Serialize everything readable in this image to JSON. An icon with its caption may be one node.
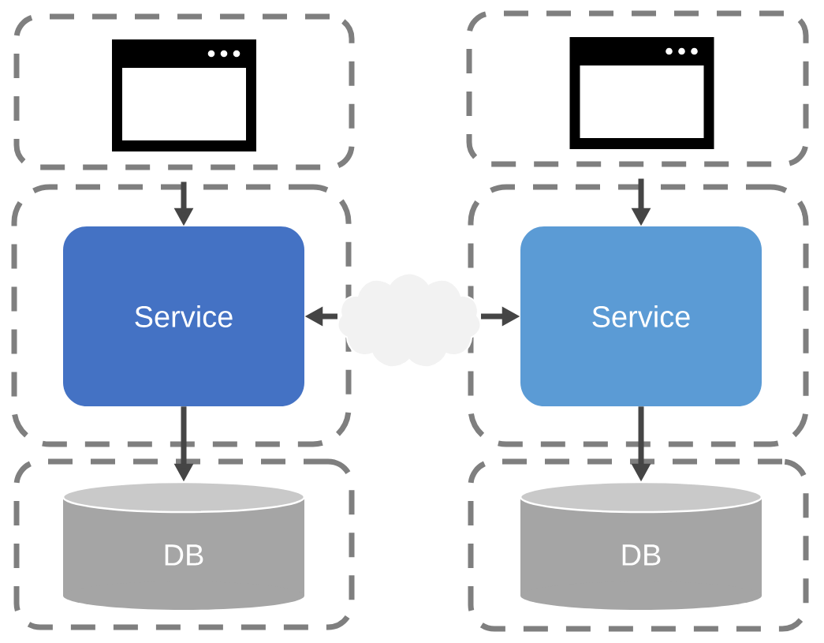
{
  "diagram": {
    "nodes": [
      {
        "text": [],
        "shape": "box"
      },
      {
        "text": [],
        "shape": "picture",
        "in": 0
      },
      {
        "text": [],
        "shape": "box"
      },
      {
        "text": [
          "Service"
        ],
        "in": 2
      },
      {
        "text": [],
        "shape": "box"
      },
      {
        "text": [
          "DB"
        ],
        "in": 4
      },
      {
        "text": [],
        "shape": "box"
      },
      {
        "text": [],
        "shape": "picture",
        "in": 6
      },
      {
        "text": [],
        "shape": "box"
      },
      {
        "text": [
          "Service"
        ],
        "in": 8
      },
      {
        "text": [],
        "shape": "box"
      },
      {
        "text": [
          "DB"
        ],
        "in": 10
      },
      {
        "text": [],
        "shape": "cloud"
      }
    ],
    "edges": [
      {
        "from": 0,
        "to": 3,
        "arrow": "to"
      },
      {
        "from": 3,
        "to": 5,
        "arrow": "to"
      },
      {
        "from": 6,
        "to": 9,
        "arrow": "to"
      },
      {
        "from": 9,
        "to": 11,
        "arrow": "to"
      },
      {
        "from": 12,
        "to": 3,
        "arrow": "to"
      },
      {
        "from": 12,
        "to": 9,
        "arrow": "to"
      }
    ]
  }
}
